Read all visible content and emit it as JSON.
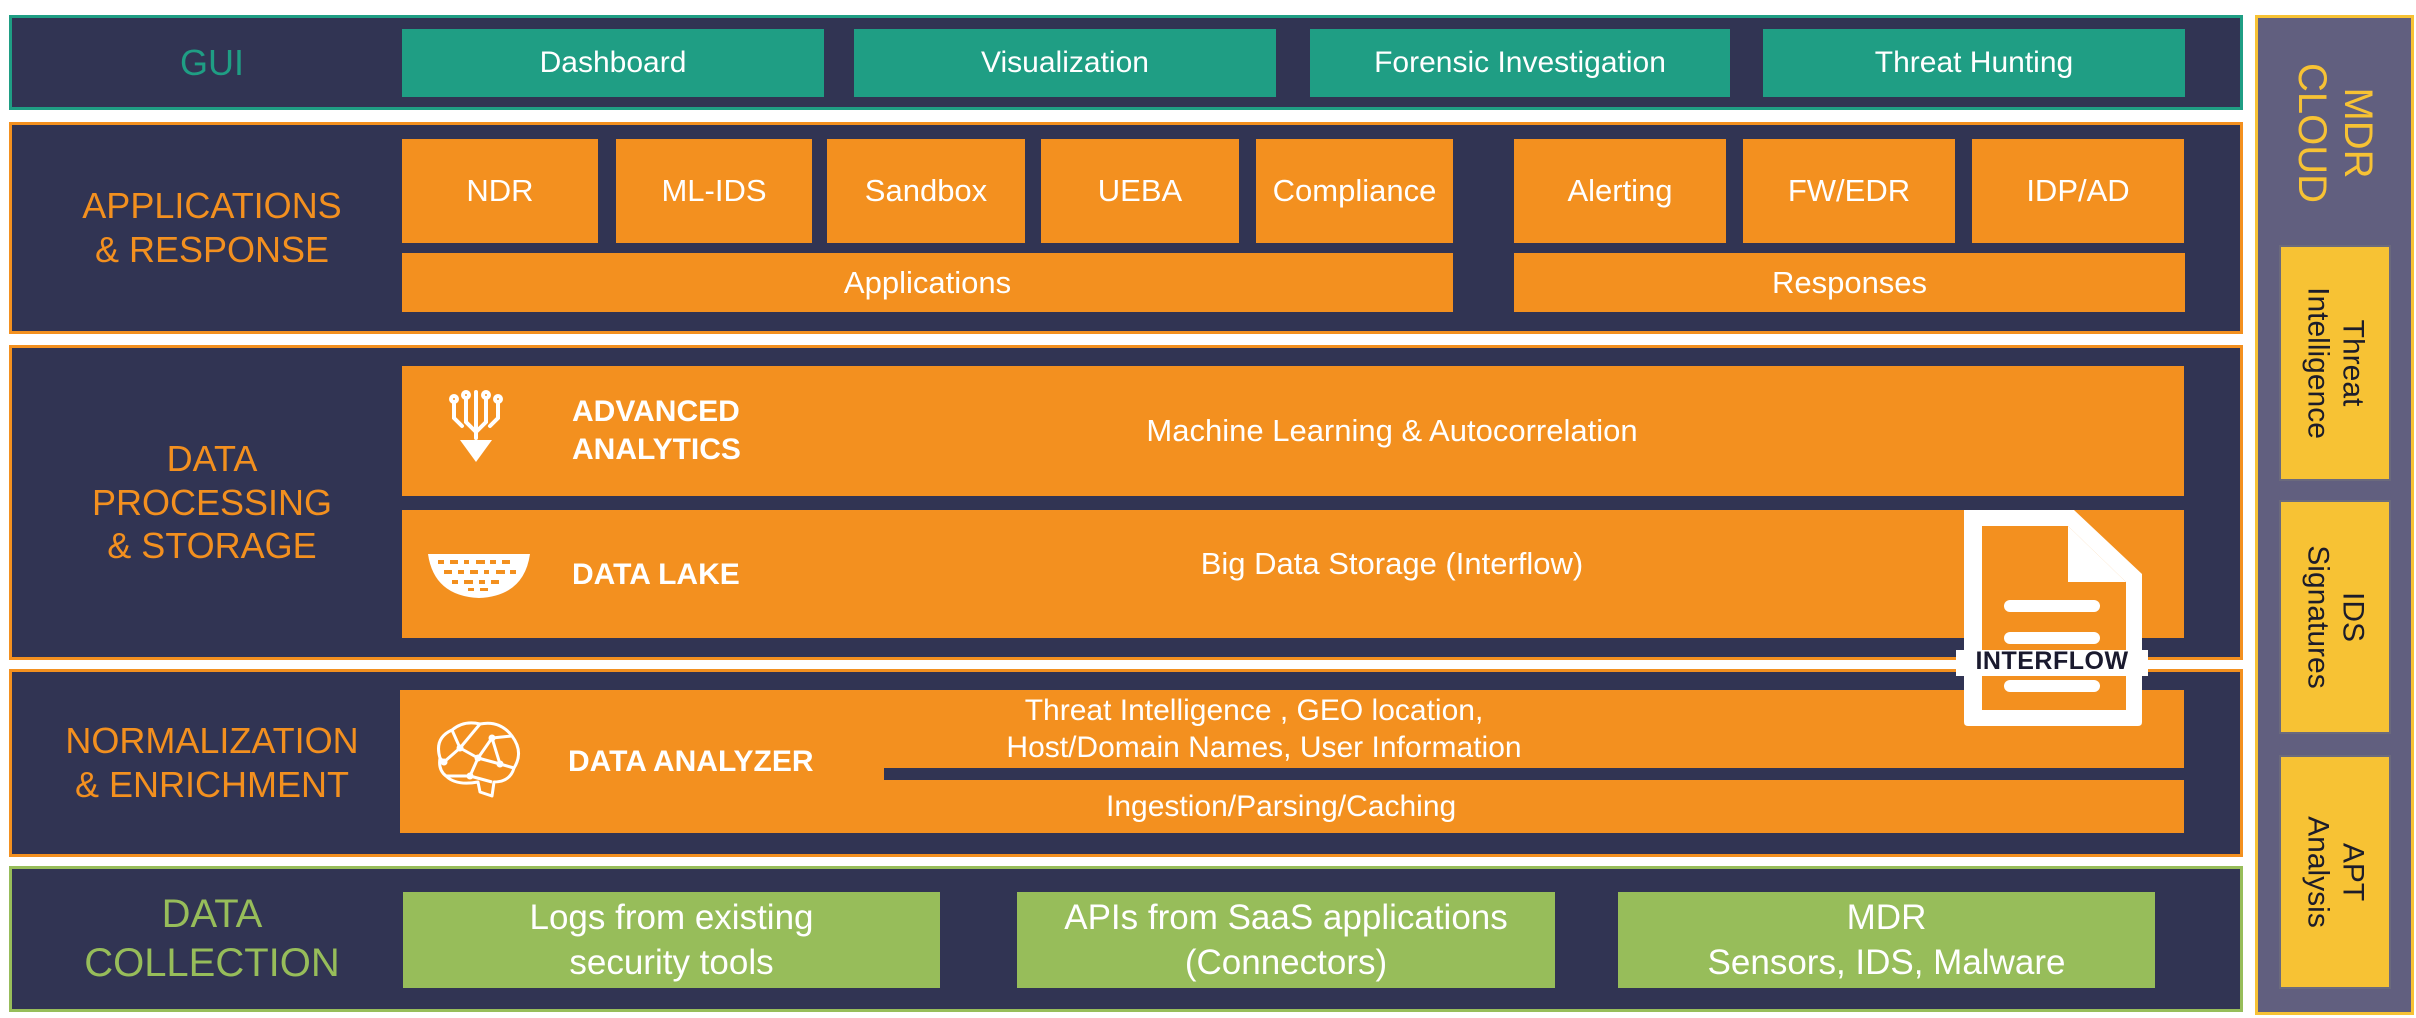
{
  "layers": {
    "gui": {
      "label": "GUI",
      "items": [
        "Dashboard",
        "Visualization",
        "Forensic Investigation",
        "Threat Hunting"
      ]
    },
    "apps": {
      "label": "APPLICATIONS\n& RESPONSE",
      "app_items": [
        "NDR",
        "ML-IDS",
        "Sandbox",
        "UEBA",
        "Compliance"
      ],
      "response_items": [
        "Alerting",
        "FW/EDR",
        "IDP/AD"
      ],
      "applications_label": "Applications",
      "responses_label": "Responses"
    },
    "processing": {
      "label": "DATA\nPROCESSING\n& STORAGE",
      "analytics_label": "ADVANCED\nANALYTICS",
      "analytics_desc": "Machine Learning & Autocorrelation",
      "lake_label": "DATA LAKE",
      "lake_desc": "Big Data Storage (Interflow)"
    },
    "normalization": {
      "label": "NORMALIZATION\n& ENRICHMENT",
      "analyzer_label": "DATA ANALYZER",
      "enrichment_line1": "Threat Intelligence , GEO location,",
      "enrichment_line2": "Host/Domain Names, User Information",
      "ingestion": "Ingestion/Parsing/Caching"
    },
    "collection": {
      "label": "DATA\nCOLLECTION",
      "items": [
        "Logs from existing\nsecurity tools",
        "APIs from SaaS applications\n(Connectors)",
        "MDR\nSensors, IDS, Malware"
      ]
    }
  },
  "cloud": {
    "title": "MDR\nCLOUD",
    "items": [
      "Threat\nIntelligence",
      "IDS\nSignatures",
      "APT\nAnalysis"
    ]
  },
  "interflow_badge": "INTERFLOW",
  "icons": [
    "analytics-arrow-icon",
    "data-lake-icon",
    "brain-icon",
    "document-icon"
  ],
  "colors": {
    "layer_bg": "#313453",
    "orange": "#f3901f",
    "teal": "#1f9e84",
    "green": "#97bd5a",
    "cloud_bg": "#615f7f",
    "cloud_item": "#f7c234"
  }
}
